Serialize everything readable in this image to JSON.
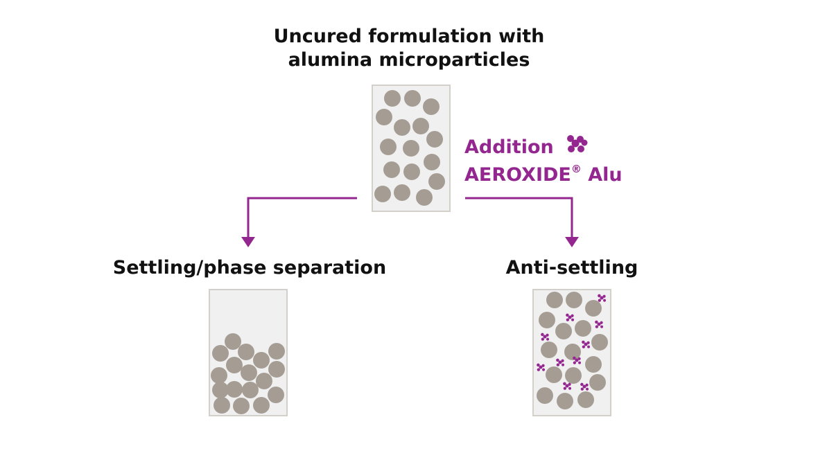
{
  "diagram": {
    "title_line1": "Uncured formulation with",
    "title_line2": "alumina microparticles",
    "addition_label": "Addition",
    "product_name": "AEROXIDE",
    "product_mark": "®",
    "product_suffix": " Alu",
    "left_outcome": "Settling/phase separation",
    "right_outcome": "Anti-settling"
  },
  "colors": {
    "accent": "#93278f",
    "particle": "#a59d94",
    "container_fill": "#f1f0f0",
    "container_stroke": "#d3cfcb",
    "text": "#111111"
  },
  "icons": [
    "aggregate-icon"
  ]
}
